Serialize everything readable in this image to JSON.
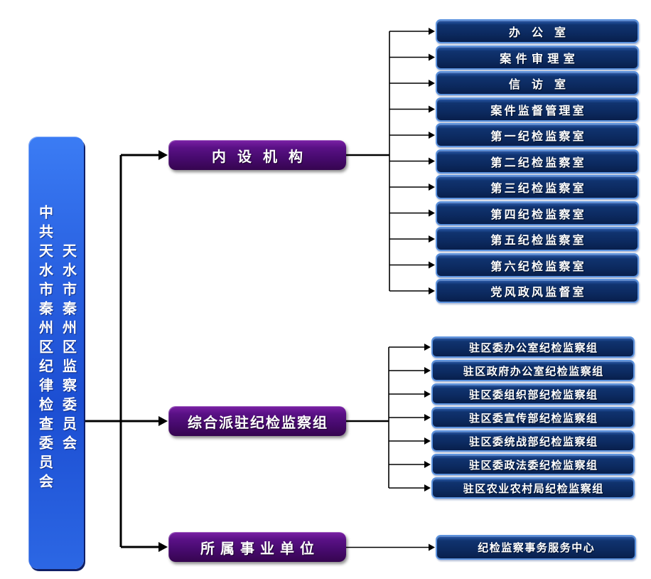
{
  "root": {
    "column1": "中共天水市秦州区纪律检查委员会",
    "column2": "天水市秦州区监察委员会"
  },
  "branches": [
    {
      "label": "内设机构",
      "children": [
        "办公室",
        "案件审理室",
        "信访室",
        "案件监督管理室",
        "第一纪检监察室",
        "第二纪检监察室",
        "第三纪检监察室",
        "第四纪检监察室",
        "第五纪检监察室",
        "第六纪检监察室",
        "党风政风监督室"
      ]
    },
    {
      "label": "综合派驻纪检监察组",
      "children": [
        "驻区委办公室纪检监察组",
        "驻区政府办公室纪检监察组",
        "驻区委组织部纪检监察组",
        "驻区委宣传部纪检监察组",
        "驻区委统战部纪检监察组",
        "驻区委政法委纪检监察组",
        "驻区农业农村局纪检监察组"
      ]
    },
    {
      "label": "所属事业单位",
      "children": [
        "纪检监察事务服务中心"
      ]
    }
  ],
  "colors": {
    "root_blue": "#2a62e2",
    "branch_purple": "#470a6e",
    "unit_navy": "#0c2a60",
    "unit_border": "#5d93de",
    "connector": "#000000",
    "text": "#ffffff",
    "background": "#ffffff"
  }
}
